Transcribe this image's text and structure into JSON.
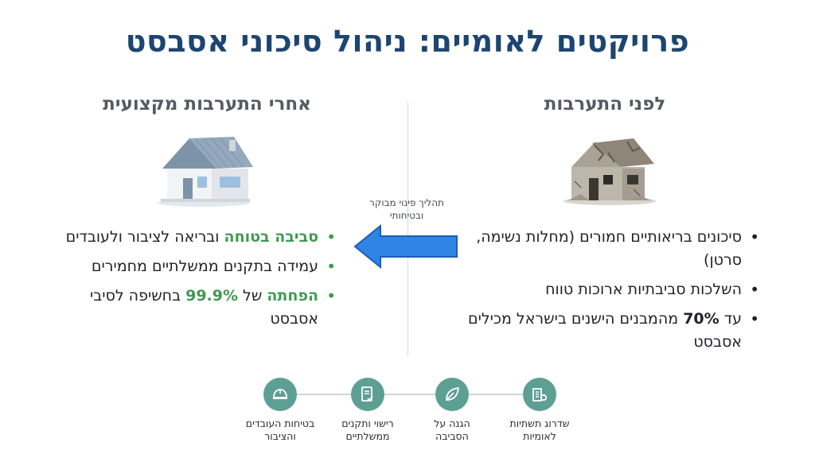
{
  "title": "פרויקטים לאומיים: ניהול סיכוני אסבסט",
  "before": {
    "heading": "לפני התערבות",
    "items": [
      {
        "text": "סיכונים בריאותיים חמורים (מחלות נשימה, סרטן)"
      },
      {
        "text": "השלכות סביבתיות ארוכות טווח"
      },
      {
        "prefix": "עד ",
        "strong": "70%",
        "suffix": " מהמבנים הישנים בישראל מכילים אסבסט"
      }
    ]
  },
  "after": {
    "heading": "אחרי התערבות מקצועית",
    "items": [
      {
        "strong": "סביבה בטוחה",
        "suffix": " ובריאה לציבור ולעובדים"
      },
      {
        "text": "עמידה בתקנים ממשלתיים מחמירים"
      },
      {
        "strong": "הפחתה",
        "middle": " של ",
        "strong2": "99.9%",
        "suffix": " בחשיפה לסיבי אסבסט"
      }
    ]
  },
  "arrow": {
    "label_line1": "תהליך פינוי מבוקר",
    "label_line2": "ובטיחותי"
  },
  "pillars": [
    {
      "icon": "building-gear-icon",
      "line1": "שדרוג תשתיות",
      "line2": "לאומיות"
    },
    {
      "icon": "leaf-icon",
      "line1": "הגנה על",
      "line2": "הסביבה"
    },
    {
      "icon": "document-check-icon",
      "line1": "רישוי ותקנים",
      "line2": "ממשלתיים"
    },
    {
      "icon": "hard-hat-icon",
      "line1": "בטיחות העובדים",
      "line2": "והציבור"
    }
  ],
  "colors": {
    "title": "#1d4572",
    "accent_green": "#3f9a4f",
    "arrow_blue": "#2f84e6",
    "pillar_teal": "#5e9f94"
  }
}
